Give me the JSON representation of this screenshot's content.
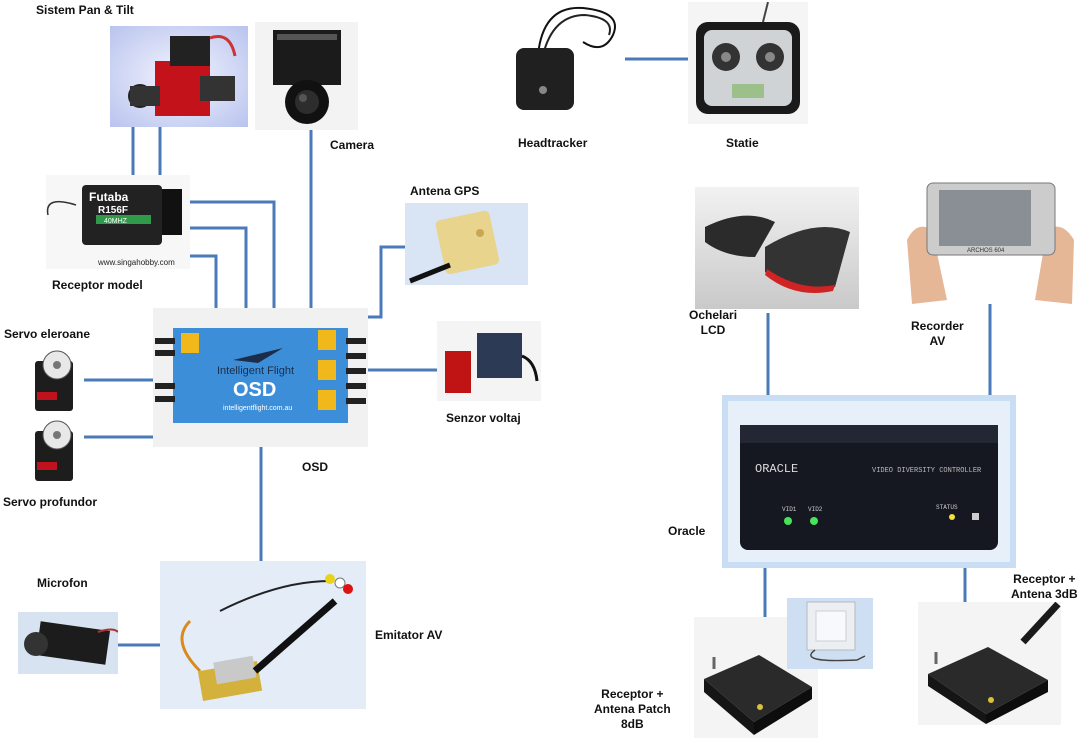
{
  "labels": {
    "pan_tilt": "Sistem Pan & Tilt",
    "camera": "Camera",
    "headtracker": "Headtracker",
    "statie": "Statie",
    "antena_gps": "Antena GPS",
    "receptor_model": "Receptor model",
    "servo_eleroane": "Servo eleroane",
    "servo_profundor": "Servo profundor",
    "osd": "OSD",
    "senzor_voltaj": "Senzor voltaj",
    "microfon": "Microfon",
    "emitator_av": "Emitator AV",
    "ochelari_lcd": "Ochelari\nLCD",
    "recorder_av": "Recorder\nAV",
    "oracle": "Oracle",
    "receptor_antena_3db": "Receptor +\nAntena 3dB",
    "receptor_antena_patch": "Receptor +\nAntena Patch\n8dB"
  },
  "printed": {
    "futaba_brand": "Futaba",
    "futaba_model": "R156F",
    "futaba_freq": "40MHZ",
    "futaba_site": "www.singahobby.com",
    "osd_brand": "Intelligent Flight",
    "osd_title": "OSD",
    "osd_site": "intelligentflight.com.au",
    "oracle_brand": "ORACLE",
    "oracle_subtitle": "VIDEO DIVERSITY CONTROLLER",
    "oracle_vid1": "VID1",
    "oracle_vid2": "VID2",
    "oracle_status": "STATUS",
    "recorder_brand": "ARCHOS 604"
  },
  "colors": {
    "wire": "#4a7ab8",
    "osd_board": "#3d8ed8",
    "oracle_box": "#151820",
    "oracle_glow": "#c9ddf4",
    "led_green": "#47e35a",
    "led_yellow": "#f2e23c"
  },
  "icons": [
    "pan-tilt-photo",
    "camera-photo",
    "headtracker-photo",
    "transmitter-photo",
    "gps-antenna-photo",
    "futaba-receiver-photo",
    "servo-photo",
    "osd-board-photo",
    "voltage-sensor-photo",
    "microphone-photo",
    "av-transmitter-photo",
    "lcd-glasses-photo",
    "av-recorder-photo",
    "oracle-controller-photo",
    "receiver-box-photo",
    "patch-antenna-photo"
  ]
}
